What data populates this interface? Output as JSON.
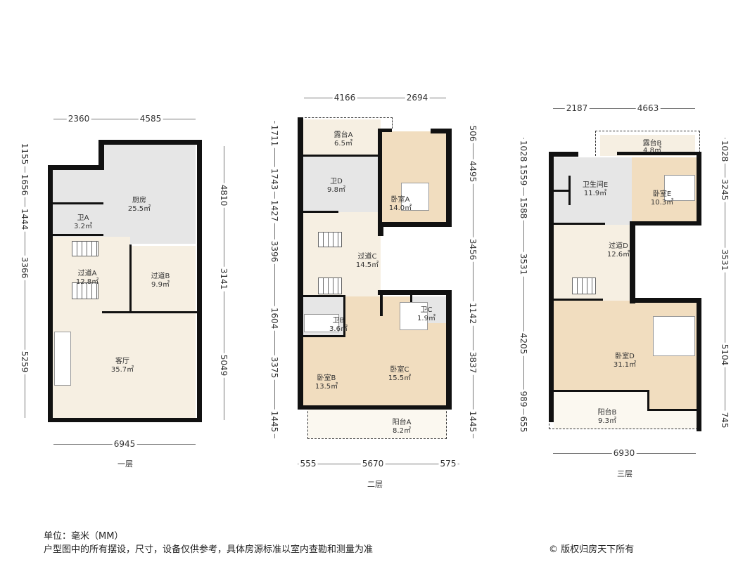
{
  "floor1": {
    "title": "一层",
    "dims_top": [
      "2360",
      "4585"
    ],
    "dims_bottom": [
      "6945"
    ],
    "dims_left": [
      "1155",
      "1656",
      "1444",
      "3366",
      "5259"
    ],
    "dims_right": [
      "4810",
      "3141",
      "5049"
    ],
    "rooms": [
      {
        "name": "厨房",
        "area": "25.5㎡"
      },
      {
        "name": "卫A",
        "area": "3.2㎡"
      },
      {
        "name": "过道A",
        "area": "12.8㎡"
      },
      {
        "name": "过道B",
        "area": "9.9㎡"
      },
      {
        "name": "客厅",
        "area": "35.7㎡"
      }
    ]
  },
  "floor2": {
    "title": "二层",
    "dims_top": [
      "4166",
      "2694"
    ],
    "dims_bottom": [
      "555",
      "5670",
      "575"
    ],
    "dims_left": [
      "1711",
      "1743",
      "1427",
      "3396",
      "1604",
      "3375",
      "1445"
    ],
    "dims_right": [
      "506",
      "4495",
      "3456",
      "1142",
      "3837",
      "1445"
    ],
    "rooms": [
      {
        "name": "露台A",
        "area": "6.5㎡"
      },
      {
        "name": "卫D",
        "area": "9.8㎡"
      },
      {
        "name": "卧室A",
        "area": "14.0㎡"
      },
      {
        "name": "过道C",
        "area": "14.5㎡"
      },
      {
        "name": "卫B",
        "area": "3.6㎡"
      },
      {
        "name": "卫C",
        "area": "1.9㎡"
      },
      {
        "name": "卧室B",
        "area": "13.5㎡"
      },
      {
        "name": "卧室C",
        "area": "15.5㎡"
      },
      {
        "name": "阳台A",
        "area": "8.2㎡"
      }
    ]
  },
  "floor3": {
    "title": "三层",
    "dims_top": [
      "2187",
      "4663"
    ],
    "dims_bottom": [
      "6930"
    ],
    "dims_left": [
      "1028",
      "1559",
      "1588",
      "3531",
      "4205",
      "989",
      "655"
    ],
    "dims_right": [
      "1028",
      "3245",
      "3531",
      "5104",
      "745"
    ],
    "rooms": [
      {
        "name": "露台B",
        "area": "4.8㎡"
      },
      {
        "name": "卫生间E",
        "area": "11.9㎡"
      },
      {
        "name": "卧室E",
        "area": "10.3㎡"
      },
      {
        "name": "过道D",
        "area": "12.6㎡"
      },
      {
        "name": "卧室D",
        "area": "31.1㎡"
      },
      {
        "name": "阳台B",
        "area": "9.3㎡"
      }
    ]
  },
  "footer": {
    "unit": "单位：毫米（MM）",
    "disclaimer": "户型图中的所有摆设，尺寸，设备仅供参考，具体房源标准以室内查勘和测量为准",
    "copyright": "© 版权归房天下所有"
  }
}
